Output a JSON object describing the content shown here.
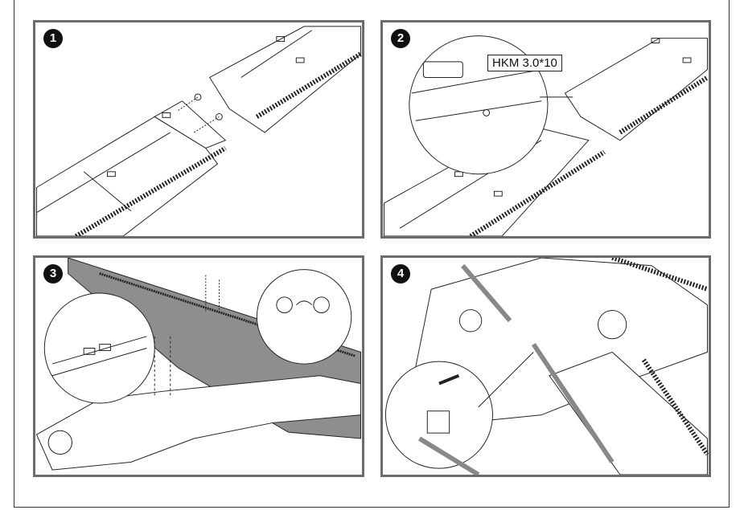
{
  "steps": [
    {
      "number": "1"
    },
    {
      "number": "2",
      "callout_label": "HKM 3.0*10"
    },
    {
      "number": "3"
    },
    {
      "number": "4"
    }
  ],
  "colors": {
    "frame": "#6b6b6b",
    "wing_grey": "#8e8e8e",
    "line": "#222222"
  }
}
